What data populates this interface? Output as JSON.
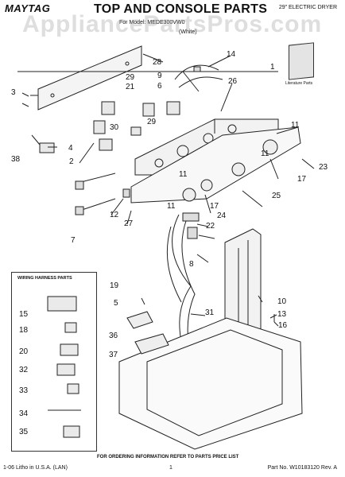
{
  "header": {
    "brand": "MAYTAG",
    "title": "TOP AND CONSOLE PARTS",
    "subtitle": "29\" ELECTRIC DRYER",
    "model": "For Model: MEDE300VW0",
    "color": "(White)"
  },
  "watermark": "AppliancePartsPros.com",
  "literature_label": "Literature Parts",
  "harness_box_title": "WIRING HARNESS PARTS",
  "callouts": {
    "c1": "1",
    "c2": "2",
    "c3": "3",
    "c4": "4",
    "c5": "5",
    "c6": "6",
    "c7": "7",
    "c8": "8",
    "c9": "9",
    "c10": "10",
    "c11a": "11",
    "c11b": "11",
    "c11c": "11",
    "c11d": "11",
    "c12": "12",
    "c13": "13",
    "c14": "14",
    "c15": "15",
    "c16": "16",
    "c17a": "17",
    "c17b": "17",
    "c18": "18",
    "c19": "19",
    "c20": "20",
    "c21": "21",
    "c22": "22",
    "c23": "23",
    "c24": "24",
    "c25": "25",
    "c26": "26",
    "c27": "27",
    "c28": "28",
    "c29a": "29",
    "c29b": "29",
    "c30": "30",
    "c31": "31",
    "c32": "32",
    "c33": "33",
    "c34": "34",
    "c35": "35",
    "c36": "36",
    "c37": "37",
    "c38": "38"
  },
  "footer": {
    "left": "1-06 Litho in U.S.A. (LAN)",
    "center": "FOR ORDERING INFORMATION REFER TO PARTS PRICE LIST",
    "page": "1",
    "right": "Part No. W10183120 Rev. A"
  }
}
